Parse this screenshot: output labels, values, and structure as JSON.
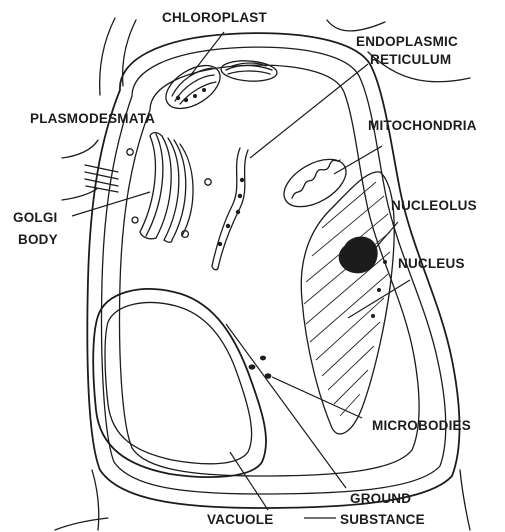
{
  "labels": {
    "chloroplast": "CHLOROPLAST",
    "endoplasmic_line1": "ENDOPLASMIC",
    "endoplasmic_line2": "RETICULUM",
    "plasmodesmata": "PLASMODESMATA",
    "mitochondria": "MITOCHONDRIA",
    "nucleolus": "NUCLEOLUS",
    "golgi_line1": "GOLGI",
    "golgi_line2": "BODY",
    "nucleus": "NUCLEUS",
    "microbodies": "MICROBODIES",
    "ground_line1": "GROUND",
    "ground_line2": "SUBSTANCE",
    "vacuole": "VACUOLE"
  },
  "colors": {
    "ink": "#1c1c1c",
    "background": "#ffffff"
  }
}
